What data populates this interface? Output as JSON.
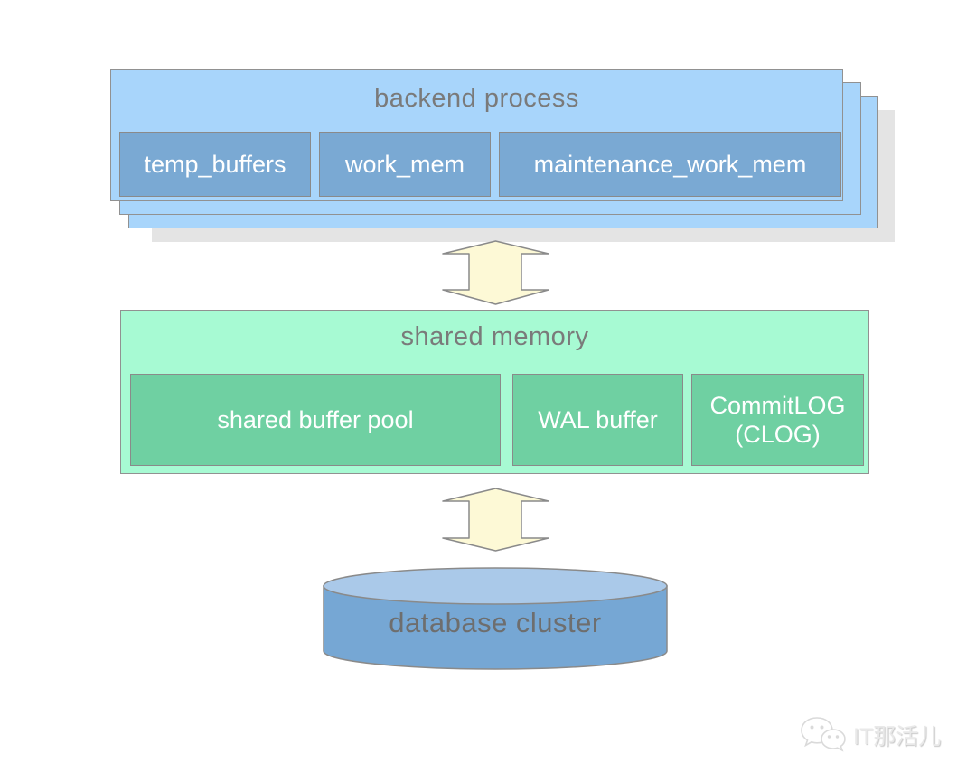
{
  "backend_process": {
    "title": "backend process",
    "boxes": [
      {
        "label": "temp_buffers"
      },
      {
        "label": "work_mem"
      },
      {
        "label": "maintenance_work_mem"
      }
    ]
  },
  "shared_memory": {
    "title": "shared memory",
    "boxes": [
      {
        "label": "shared buffer pool"
      },
      {
        "label": "WAL buffer"
      },
      {
        "label": "CommitLOG",
        "label_line2": "(CLOG)"
      }
    ]
  },
  "database_cluster": {
    "label": "database cluster"
  },
  "watermark": {
    "label": "IT那活儿",
    "icon": "wechat-icon"
  },
  "colors": {
    "backend_outer": "#a8d5fb",
    "backend_inner": "#7aa9d3",
    "shared_outer": "#a7fad3",
    "shared_inner": "#6fd0a2",
    "arrow_fill": "#fdf9d6",
    "cylinder_top": "#aac9e9",
    "cylinder_body": "#76a7d4",
    "shadow_grey": "#e4e4e4",
    "border_grey": "#919191",
    "border_grey2": "#8a8a8a",
    "title_grey": "#7a7a7a"
  }
}
